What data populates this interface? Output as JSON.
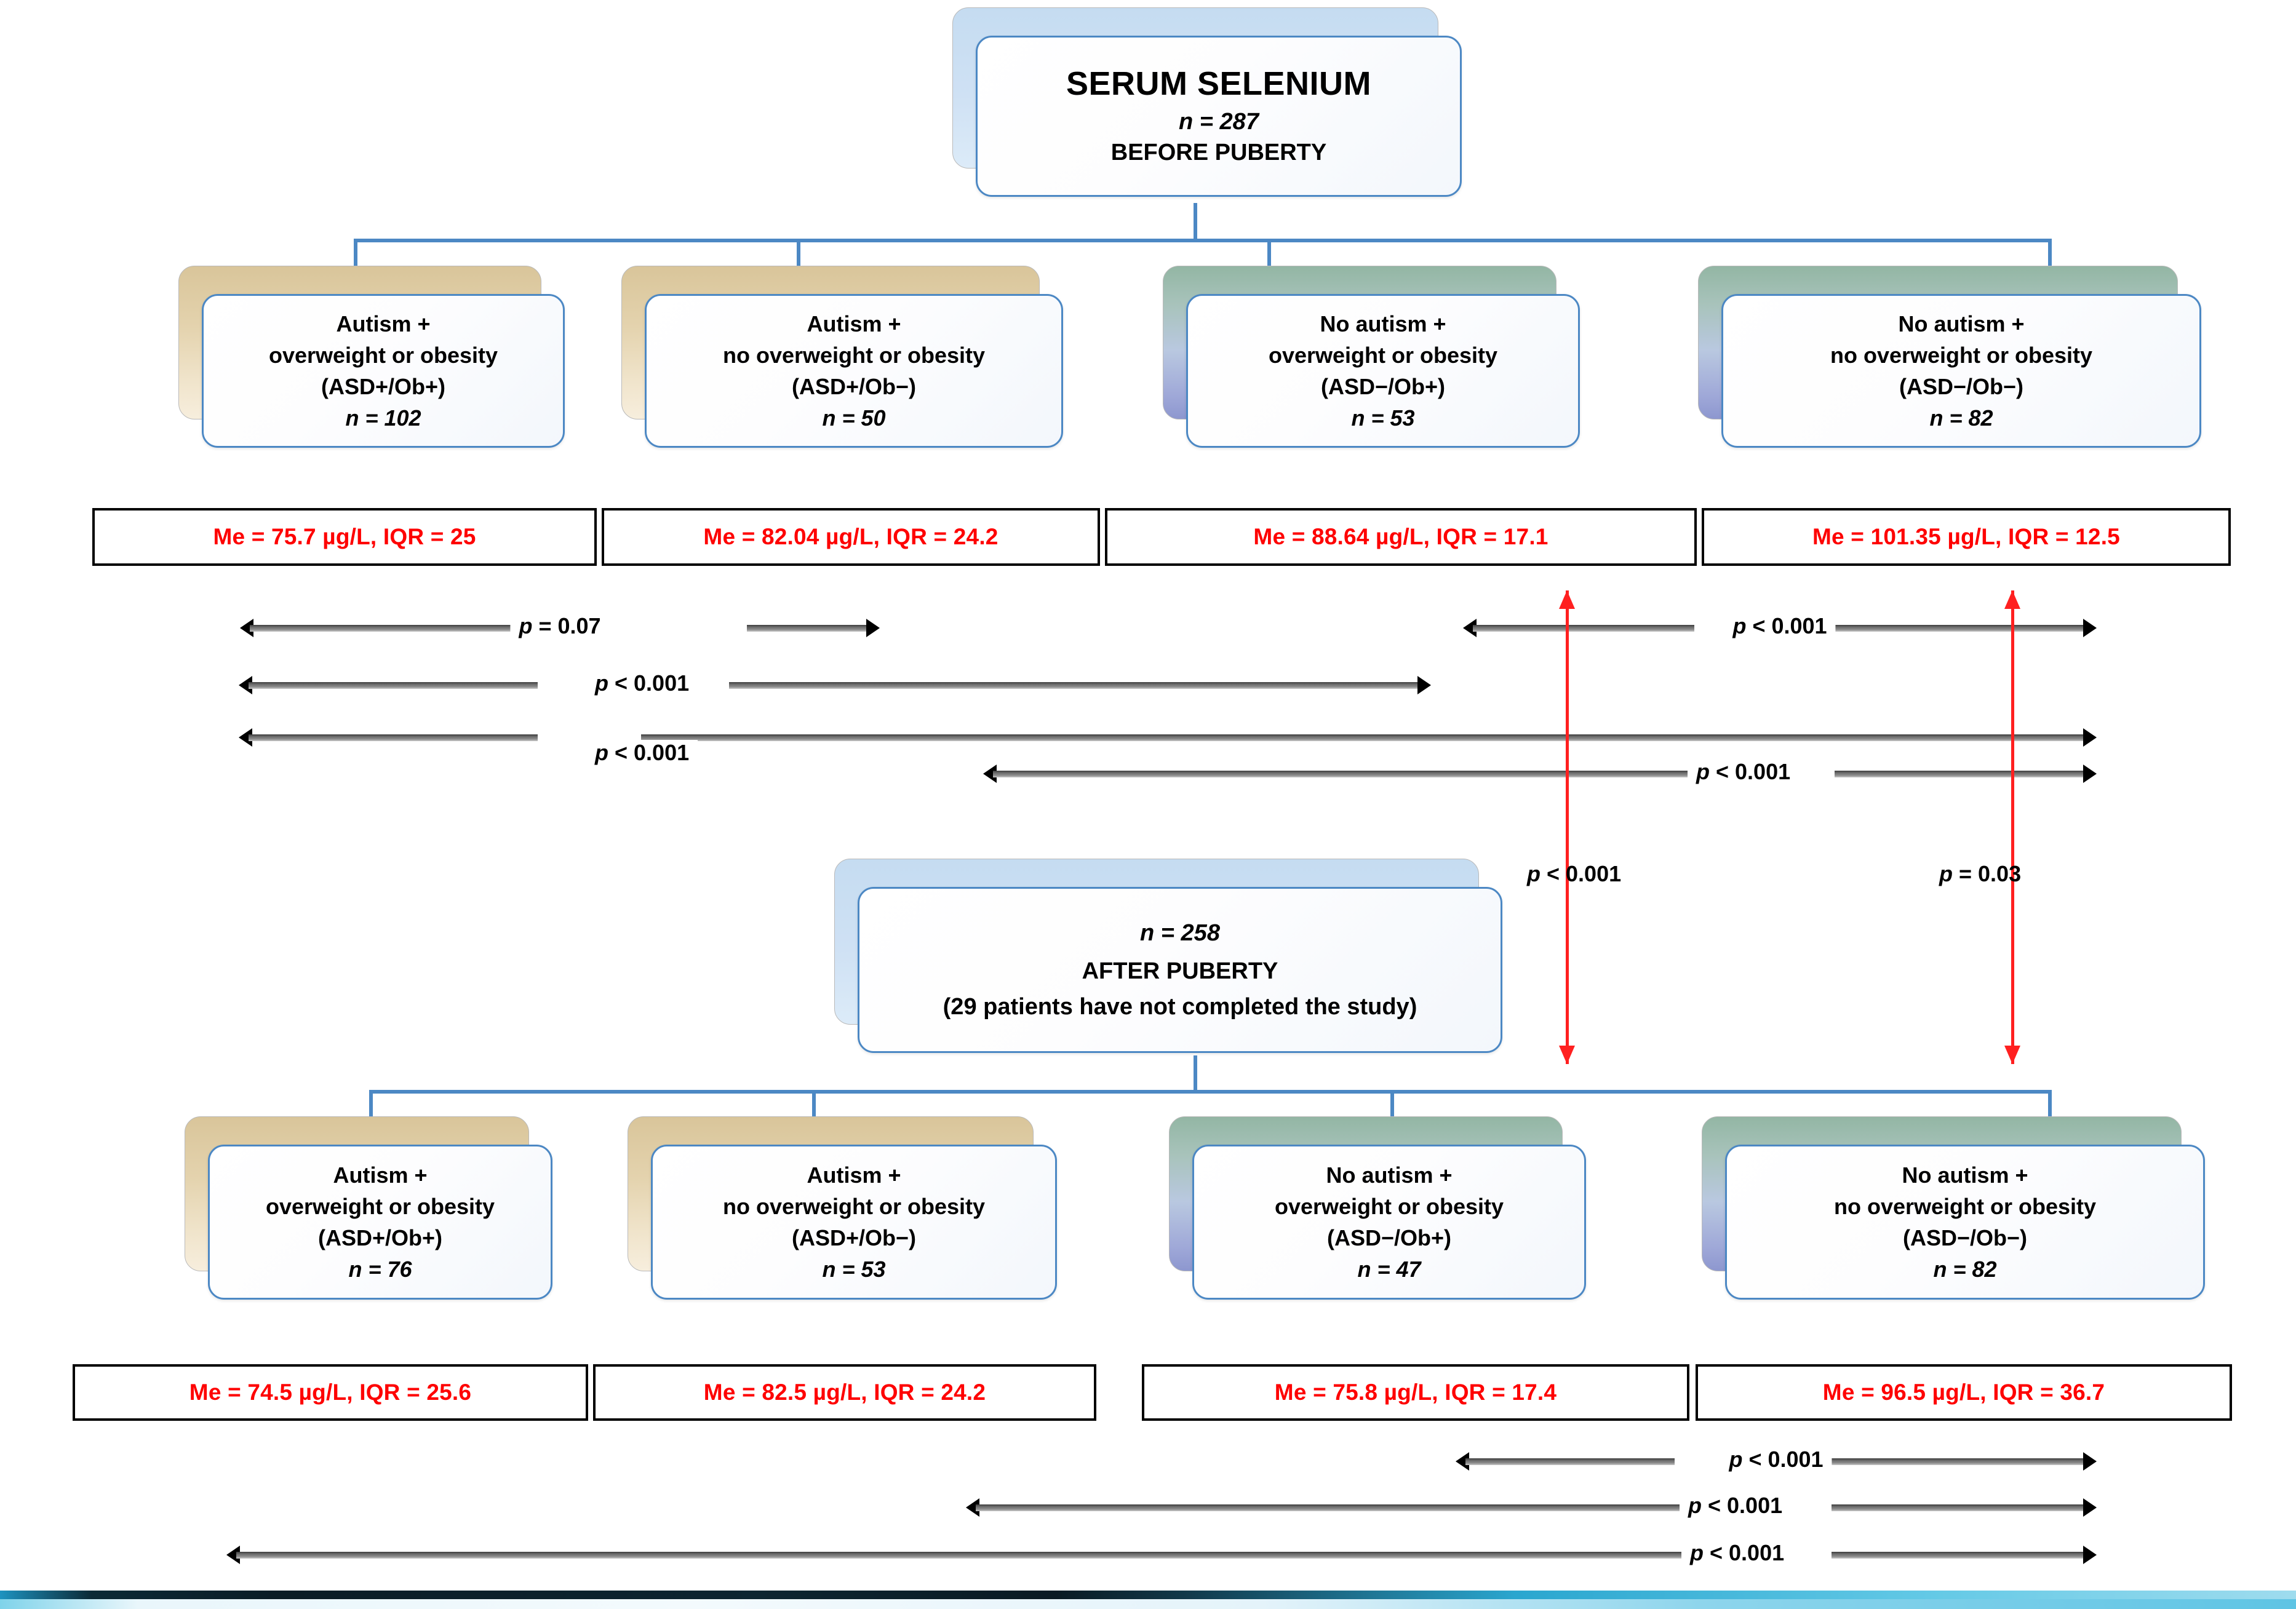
{
  "root": {
    "title": "SERUM SELENIUM",
    "n": "n = 287",
    "stage": "BEFORE PUBERTY"
  },
  "after": {
    "n": "n = 258",
    "stage": "AFTER PUBERTY",
    "note": "(29 patients  have not completed the study)"
  },
  "before_groups": [
    {
      "l1": "Autism +",
      "l2": "overweight or obesity",
      "code": "(ASD+/Ob+)",
      "n": "n = 102",
      "tone": "tan"
    },
    {
      "l1": "Autism +",
      "l2": "no overweight or obesity",
      "code": "(ASD+/Ob−)",
      "n": "n = 50",
      "tone": "tan"
    },
    {
      "l1": "No autism +",
      "l2": "overweight or obesity",
      "code": "(ASD−/Ob+)",
      "n": "n = 53",
      "tone": "green"
    },
    {
      "l1": "No autism +",
      "l2": "no overweight or obesity",
      "code": "(ASD−/Ob−)",
      "n": "n = 82",
      "tone": "green"
    }
  ],
  "after_groups": [
    {
      "l1": "Autism +",
      "l2": "overweight or obesity",
      "code": "(ASD+/Ob+)",
      "n": "n = 76",
      "tone": "tan"
    },
    {
      "l1": "Autism +",
      "l2": "no overweight or obesity",
      "code": "(ASD+/Ob−)",
      "n": "n = 53",
      "tone": "tan"
    },
    {
      "l1": "No autism +",
      "l2": "overweight or obesity",
      "code": "(ASD−/Ob+)",
      "n": "n = 47",
      "tone": "green"
    },
    {
      "l1": "No autism +",
      "l2": "no overweight or obesity",
      "code": "(ASD−/Ob−)",
      "n": "n = 82",
      "tone": "green"
    }
  ],
  "before_stats": [
    "Me = 75.7 µg/L, IQR = 25",
    "Me = 82.04 µg/L, IQR = 24.2",
    "Me = 88.64 µg/L, IQR = 17.1",
    "Me = 101.35 µg/L, IQR = 12.5"
  ],
  "after_stats": [
    "Me = 74.5 µg/L, IQR = 25.6",
    "Me = 82.5 µg/L, IQR = 24.2",
    "Me = 75.8 µg/L, IQR = 17.4",
    "Me = 96.5 µg/L, IQR = 36.7"
  ],
  "before_pvalues": [
    {
      "id": "asd-ob-pos-vs-asd-ob-neg",
      "label": "p = 0.07"
    },
    {
      "id": "asd-pos-ob-pos-vs-asd-neg-ob-pos",
      "label": "p < 0.001"
    },
    {
      "id": "asd-pos-ob-pos-vs-asd-neg-ob-neg",
      "label": "p < 0.001"
    },
    {
      "id": "asd-neg-ob-pos-vs-asd-neg-ob-neg",
      "label": "p < 0.001"
    },
    {
      "id": "asd-pos-ob-neg-vs-asd-neg-ob-neg",
      "label": "p < 0.001"
    }
  ],
  "after_pvalues": [
    {
      "id": "after-asd-neg-ob-pos-vs-neg-ob-neg",
      "label": "p < 0.001"
    },
    {
      "id": "after-asd-pos-ob-neg-vs-neg-ob-neg",
      "label": "p < 0.001"
    },
    {
      "id": "after-asd-pos-ob-pos-vs-neg-ob-neg",
      "label": "p < 0.001"
    }
  ],
  "longitudinal_pvalues": [
    {
      "id": "asd-neg-ob-pos-before-after",
      "label": "p < 0.001"
    },
    {
      "id": "asd-neg-ob-neg-before-after",
      "label": "p = 0.03"
    }
  ],
  "colors": {
    "accent_blue": "#4c88c4",
    "stat_red": "#fe0000",
    "red_arrow": "#ff2020",
    "arrow_gray": "#6e6e6e",
    "tan": "#e4d3ae",
    "green": "#a8c3bb"
  }
}
